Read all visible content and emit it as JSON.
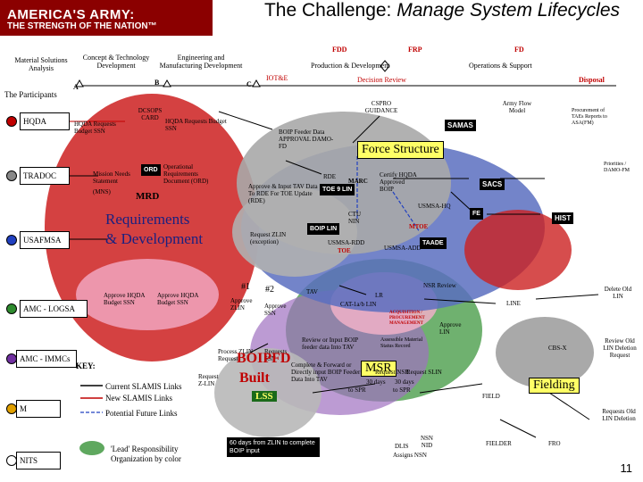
{
  "header": {
    "brand_line1": "AMERICA'S ARMY:",
    "brand_line2": "THE STRENGTH OF THE NATION™",
    "title_part1": "The Challenge: ",
    "title_part2": "Manage System Lifecycles"
  },
  "timeline": {
    "phases_left": [
      "Material Solutions Analysis",
      "Concept & Technology Development",
      "Engineering and Manufacturing Development"
    ],
    "milestones": [
      "A",
      "B",
      "C"
    ],
    "ioc": "IOT&E",
    "fdd": "FDD",
    "frp": "FRP",
    "fd": "FD",
    "production": "Production & Development",
    "operations": "Operations & Support",
    "decision_review": "Decision Review",
    "disposal": "Disposal"
  },
  "participants": {
    "heading": "The Participants",
    "items": [
      "HQDA",
      "TRADOC",
      "USAFMSA",
      "AMC - LOGSA",
      "AMC - IMMCs",
      "M",
      "NITS"
    ]
  },
  "labels": {
    "cspro_guidance": "CSPRO GUIDANCE",
    "army_flow_model": "Army Flow Model",
    "procurement_report": "Procurement of TAEs Reports to ASA(FM)",
    "sama": "SAMAS",
    "dcsops_card": "DCSOPS CARD",
    "hqda_requests_ssn_a": "HQDA Requests Budget SSN",
    "hqda_requests_ssn_b": "HQDA Requests Budget SSN",
    "boip_feeder": "BOIP Feeder Data APPROVAL DAMO-FD",
    "force_structure": "Force Structure",
    "priorities": "Priorities / DAMO-FM",
    "mission_needs": "Mission Needs Statement",
    "mns": "(MNS)",
    "ord_box": "ORD",
    "operational_req": "Operational Requirements Document (ORD)",
    "mrd": "MRD",
    "requirements": "Requirements",
    "development": "& Development",
    "approve_input": "Approve & Input TAV Data To RDE For TOE Update (RDE)",
    "rde": "RDE",
    "toe_nine": "TOE 9 LIN",
    "marc": "MARC",
    "certify_hqda": "Certify HQDA Approved BOIP",
    "usmsa_hq": "USMSA-HQ",
    "sacs": "SACS",
    "ctu_nin": "CTU NIN",
    "mtoe": "MTOE",
    "fe": "FE",
    "boip_ln": "BOIP LIN",
    "request_zlin": "Request ZLIN (exception)",
    "usmsa_rdd": "USMSA-RDD",
    "toe": "TOE",
    "taade": "TAADE",
    "usmsa_add": "USMSA-ADD",
    "hist": "HIST",
    "num1": "#1",
    "num2": "#2",
    "tav": "TAV",
    "lr": "LR",
    "approve_hqda_a": "Approve HQDA Budget SSN",
    "approve_hqda_b": "Approve HQDA Budget SSN",
    "approve_zlin": "Approve ZLIN",
    "approve_ssn": "Approve SSN",
    "cat_lin": "CAT-1a/b LIN",
    "nsr_review": "NSR Review",
    "line": "LINE",
    "delete_old": "Delete Old LIN",
    "acquisition_process": "ACQUISITION / PROCUREMENT MANAGEMENT",
    "approve_lin": "Approve LIN",
    "review_input": "Review or Input BOIP feeder data Into TAV",
    "assessible": "Assessible Material Status Record",
    "process_zlin": "Process ZLIN Request",
    "requests_ssn": "Requests SSN",
    "msr": "MSR",
    "cbs_x": "CBS-X",
    "review_old": "Review Old LIN Deletion Request",
    "boipfd": "BOIPFD",
    "built": "Built",
    "request_zlin2": "Request Z-LIN",
    "complete_forward": "Complete & Forward or Directly input BOIP Feeder Data Into TAV",
    "request_nsr": "Request NSR",
    "request_slin": "Request SLIN",
    "days_30a": "30 days",
    "days_30b": "30 days",
    "to_spr": "to SPR",
    "to_spr2": "to SPR",
    "lss": "LSS",
    "fielding": "Fielding",
    "field": "FIELD",
    "fielder": "FIELDER",
    "fro": "FRO",
    "requests_old": "Requests Old LIN Deletion",
    "sixty_days": "60 days from ZLIN to complete BOIP input",
    "nsn_nid": "NSN NID",
    "dlis": "DLIS",
    "assigns_nsn": "Assigns NSN"
  },
  "key": {
    "heading": "KEY:",
    "current_links": "Current SLAMIS Links",
    "new_links": "New SLAMIS Links",
    "future_links": "Potential Future Links",
    "lead_responsibility": "'Lead' Responsibility Organization by color"
  },
  "page_number": "11",
  "colors": {
    "brand": "#8b0000",
    "red_area": "#cc2020",
    "pink": "#f0a0b8",
    "green_area": "#5fa85f",
    "blue_area": "#5a6fc0",
    "gray_area": "#a0a0a0",
    "yellow": "#ffff66"
  }
}
